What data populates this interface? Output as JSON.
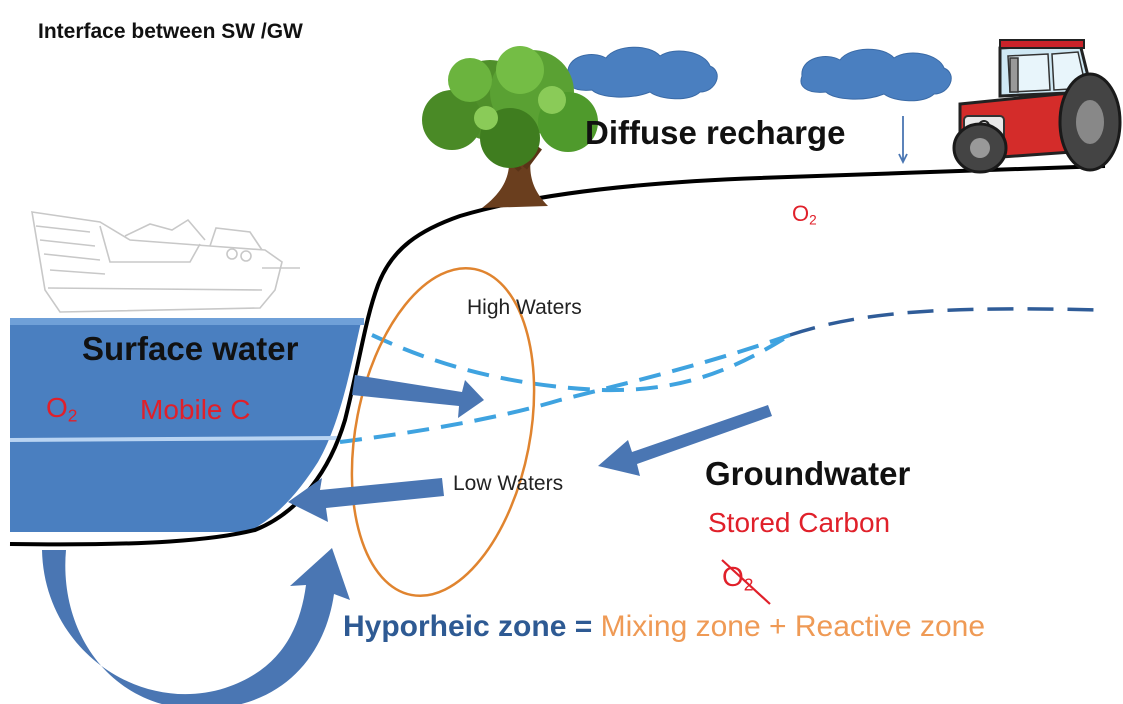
{
  "title": "Interface between SW /GW",
  "labels": {
    "diffuse_recharge": "Diffuse recharge",
    "surface_water": "Surface water",
    "groundwater": "Groundwater",
    "high_waters": "High Waters",
    "low_waters": "Low Waters",
    "mobile_c": "Mobile C",
    "stored_carbon": "Stored Carbon"
  },
  "oxygen": {
    "base": "O",
    "sub": "2"
  },
  "hyporheic": {
    "term": "Hyporheic zone",
    "equals": "=",
    "mixing": "Mixing zone",
    "plus": "+",
    "reactive": "Reactive zone"
  },
  "icons": [
    "tree-icon",
    "cloud-icon",
    "tractor-icon",
    "boat-sketch-icon"
  ],
  "colors": {
    "water_blue": "#4a7fc0",
    "arrow_blue": "#4a76b3",
    "water_table_dashed": "#3fa3e0",
    "zone_ellipse": "#e0842f",
    "red_text": "#e0202a",
    "hyporheic_blue": "#2e5a93",
    "orange_text": "#ef9a55"
  }
}
